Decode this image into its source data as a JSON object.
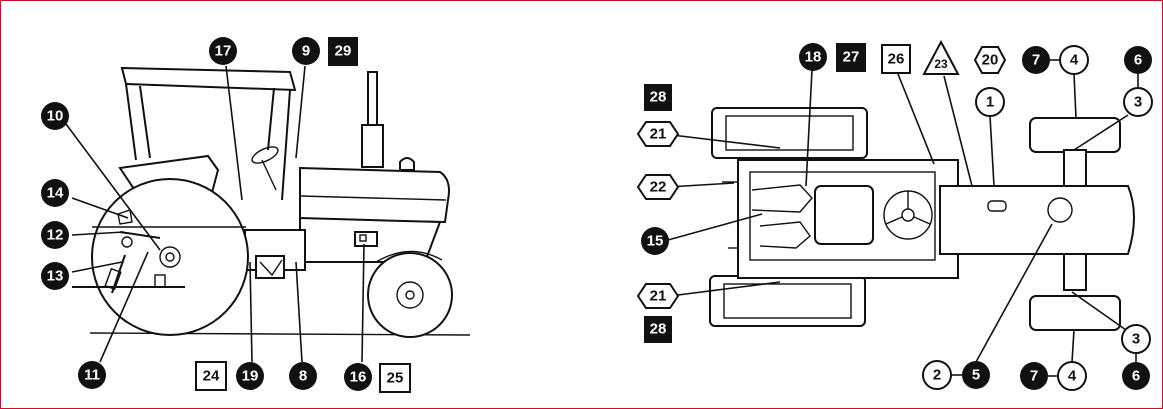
{
  "labels": {
    "l10": "10",
    "l14": "14",
    "l12": "12",
    "l13": "13",
    "l11": "11",
    "l17": "17",
    "l9": "9",
    "l29": "29",
    "l24": "24",
    "l19": "19",
    "l8": "8",
    "l16": "16",
    "l25": "25",
    "r28a": "28",
    "r21a": "21",
    "r22": "22",
    "r15": "15",
    "r21b": "21",
    "r28b": "28",
    "r18": "18",
    "r27": "27",
    "r26": "26",
    "r23": "23",
    "r20": "20",
    "r1": "1",
    "r7a": "7",
    "r4a": "4",
    "r6a": "6",
    "r3a": "3",
    "r3b": "3",
    "r2": "2",
    "r5": "5",
    "r7b": "7",
    "r4b": "4",
    "r6b": "6"
  },
  "colors": {
    "ink": "#111111",
    "frame": "#c8102e",
    "background": "#ffffff"
  }
}
